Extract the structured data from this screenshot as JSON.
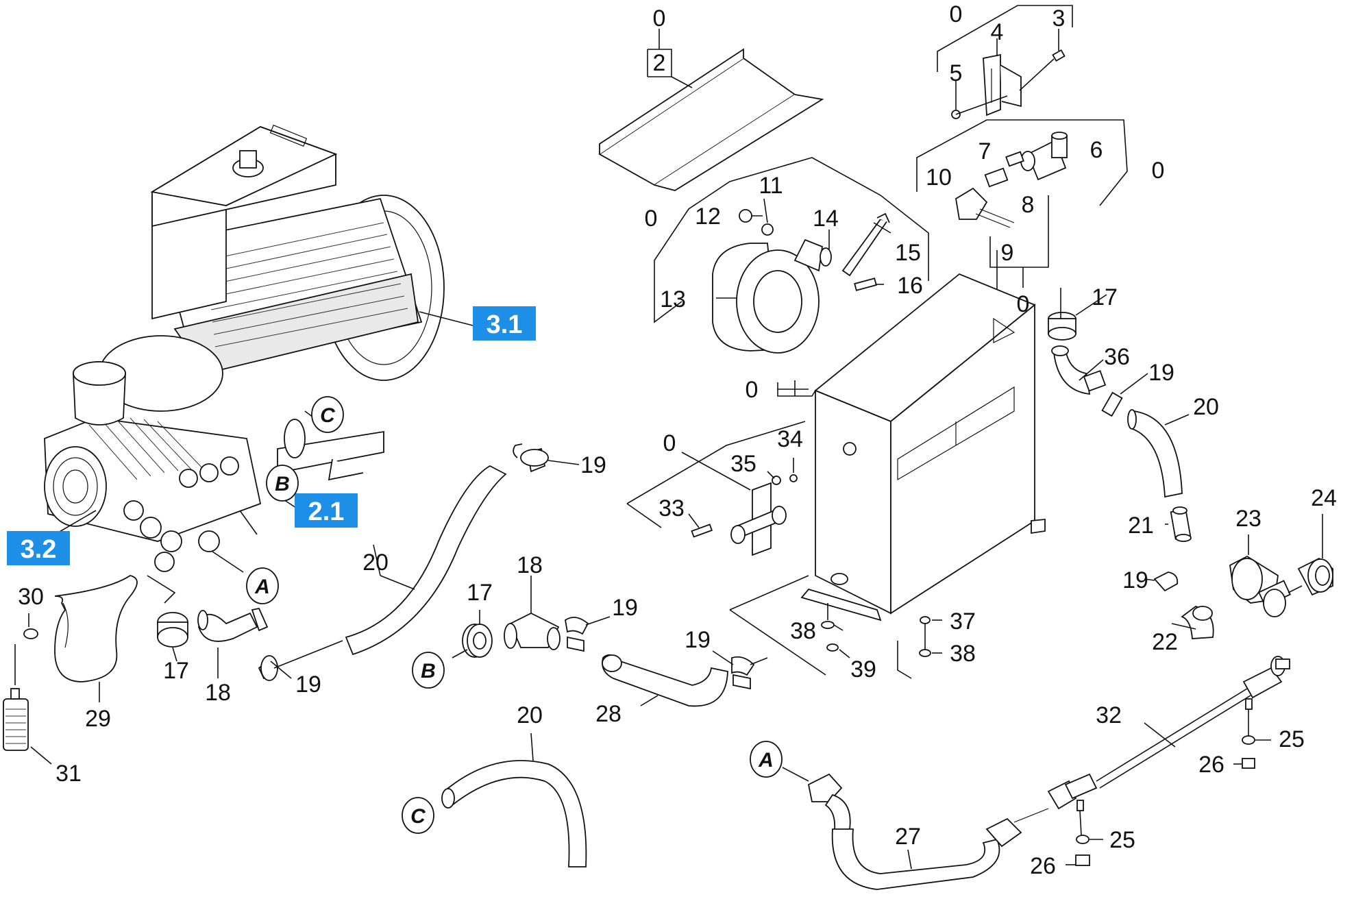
{
  "part_labels": {
    "p0a": "0",
    "p2": "2",
    "p0b": "0",
    "p3": "3",
    "p4": "4",
    "p5": "5",
    "p6": "6",
    "p7": "7",
    "p8": "8",
    "p9": "9",
    "p10": "10",
    "p0c": "0",
    "p0d": "0",
    "p11": "11",
    "p12": "12",
    "p13": "13",
    "p14": "14",
    "p15": "15",
    "p16": "16",
    "p0e": "0",
    "p17a": "17",
    "p36": "36",
    "p19a": "19",
    "p20a": "20",
    "p0f": "0",
    "p0g": "0",
    "p33": "33",
    "p34": "34",
    "p35": "35",
    "p37": "37",
    "p38a": "38",
    "p38b": "38",
    "p39": "39",
    "p21": "21",
    "p23": "23",
    "p24": "24",
    "p19b": "19",
    "p22": "22",
    "p19c": "19",
    "p20b": "20",
    "p17b": "17",
    "p18a": "18",
    "p19d": "19",
    "p17c": "17",
    "p18b": "18",
    "p19e": "19",
    "p19f": "19",
    "p28": "28",
    "p30": "30",
    "p29": "29",
    "p31": "31",
    "p20c": "20",
    "p32": "32",
    "p25a": "25",
    "p26a": "26",
    "p25b": "25",
    "p26b": "26",
    "p27": "27"
  },
  "callouts": {
    "c31": "3.1",
    "c21": "2.1",
    "c32": "3.2"
  },
  "connectors": {
    "conn_c_motor": "C",
    "conn_b_pump": "B",
    "conn_a_pump": "A",
    "conn_b_hose": "B",
    "conn_c_hose": "C",
    "conn_a_hose": "A"
  },
  "colors": {
    "callout_fill": "#1e8fe6",
    "line": "#111111",
    "background": "#ffffff"
  }
}
